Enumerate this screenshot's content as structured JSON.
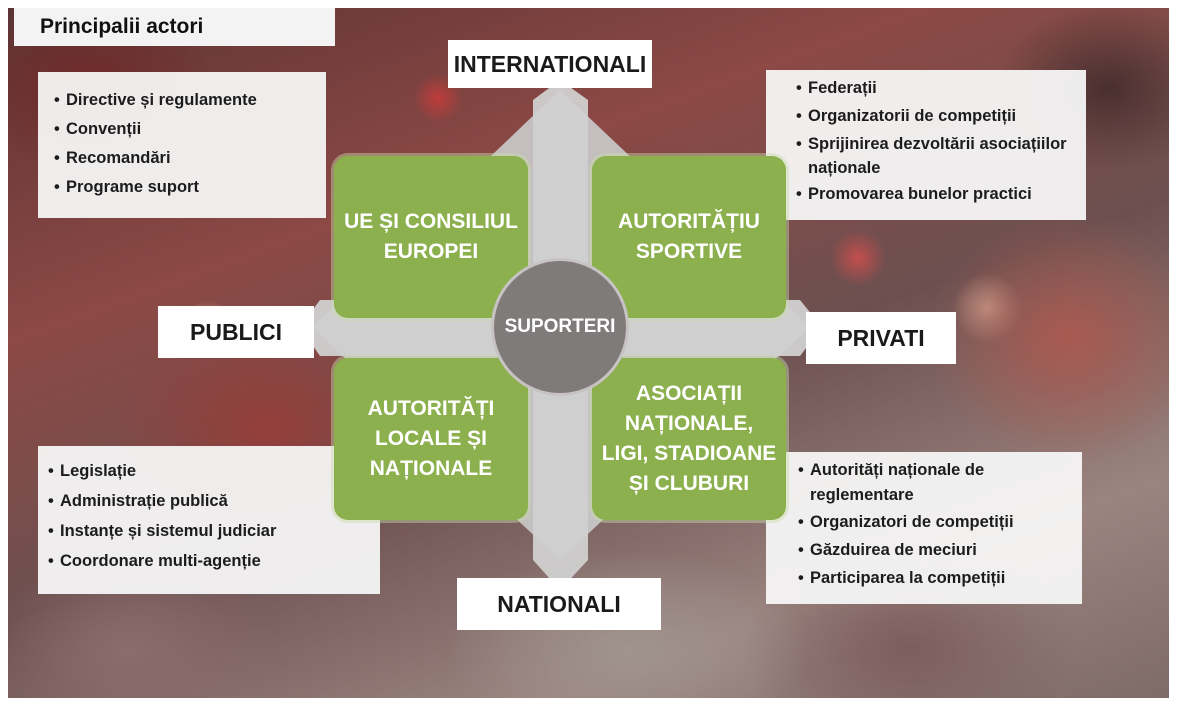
{
  "title": "Principalii actori",
  "axes": {
    "top": "INTERNATIONALI",
    "bottom": "NATIONALI",
    "left": "PUBLICI",
    "right": "PRIVATI"
  },
  "center": "SUPORTERI",
  "quadrants": {
    "top_left": "UE ȘI CONSILIUL EUROPEI",
    "top_right": "AUTORITĂȚIU SPORTIVE",
    "bottom_left": "AUTORITĂȚI LOCALE ȘI NAȚIONALE",
    "bottom_right": "ASOCIAȚII NAȚIONALE, LIGI, STADIOANE ȘI CLUBURI"
  },
  "boxes": {
    "top_left": [
      "Directive și regulamente",
      "Convenții",
      "Recomandări",
      "Programe suport"
    ],
    "top_right": [
      "Federații",
      "Organizatorii de competiții",
      "Sprijinirea dezvoltării asociațiilor naționale",
      "Promovarea bunelor practici"
    ],
    "bottom_left": [
      "Legislație",
      "Administrație publică",
      "Instanțe și sistemul judiciar",
      "Coordonare multi-agenție"
    ],
    "bottom_right": [
      "Autorități naționale de reglementare",
      "Organizatori de competiții",
      "Găzduirea de meciuri",
      "Participarea la competiții"
    ]
  },
  "colors": {
    "quadrant": "#8cb04d",
    "center": "#807b7b",
    "arrows": "#c9c9c9"
  }
}
